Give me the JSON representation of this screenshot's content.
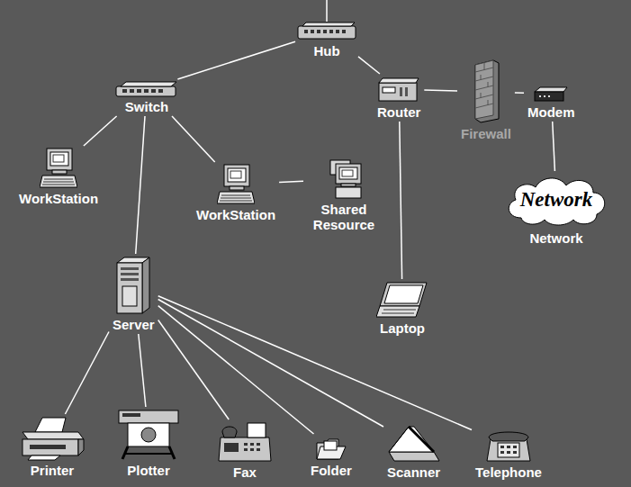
{
  "diagram": {
    "nodes": [
      {
        "text": [
          "Hub"
        ]
      },
      {
        "text": [
          "Switch"
        ]
      },
      {
        "text": [
          "Router"
        ]
      },
      {
        "text": [
          "Firewall"
        ]
      },
      {
        "text": [
          "Modem"
        ]
      },
      {
        "text": [
          "WorkStation"
        ]
      },
      {
        "text": [
          "WorkStation"
        ]
      },
      {
        "text": [
          "Shared Resource"
        ]
      },
      {
        "text": [
          "Network",
          "Network"
        ]
      },
      {
        "text": [
          "Server"
        ]
      },
      {
        "text": [
          "Laptop"
        ]
      },
      {
        "text": [
          "Printer"
        ]
      },
      {
        "text": [
          "Plotter"
        ]
      },
      {
        "text": [
          "Fax"
        ]
      },
      {
        "text": [
          "Folder"
        ]
      },
      {
        "text": [
          "Scanner"
        ]
      },
      {
        "text": [
          "Telephone"
        ]
      }
    ],
    "edges": [
      {
        "from": 0,
        "to": 1,
        "arrow": "none"
      },
      {
        "from": 0,
        "to": 2,
        "arrow": "none"
      },
      {
        "from": 2,
        "to": 3,
        "arrow": "none"
      },
      {
        "from": 3,
        "to": 4,
        "arrow": "none"
      },
      {
        "from": 4,
        "to": 8,
        "arrow": "none"
      },
      {
        "from": 1,
        "to": 5,
        "arrow": "none"
      },
      {
        "from": 1,
        "to": 6,
        "arrow": "none"
      },
      {
        "from": 6,
        "to": 7,
        "arrow": "none"
      },
      {
        "from": 1,
        "to": 9,
        "arrow": "none"
      },
      {
        "from": 2,
        "to": 10,
        "arrow": "none"
      },
      {
        "from": 9,
        "to": 11,
        "arrow": "none"
      },
      {
        "from": 9,
        "to": 12,
        "arrow": "none"
      },
      {
        "from": 9,
        "to": 13,
        "arrow": "none"
      },
      {
        "from": 9,
        "to": 14,
        "arrow": "none"
      },
      {
        "from": 9,
        "to": 15,
        "arrow": "none"
      },
      {
        "from": 9,
        "to": 16,
        "arrow": "none"
      }
    ]
  }
}
